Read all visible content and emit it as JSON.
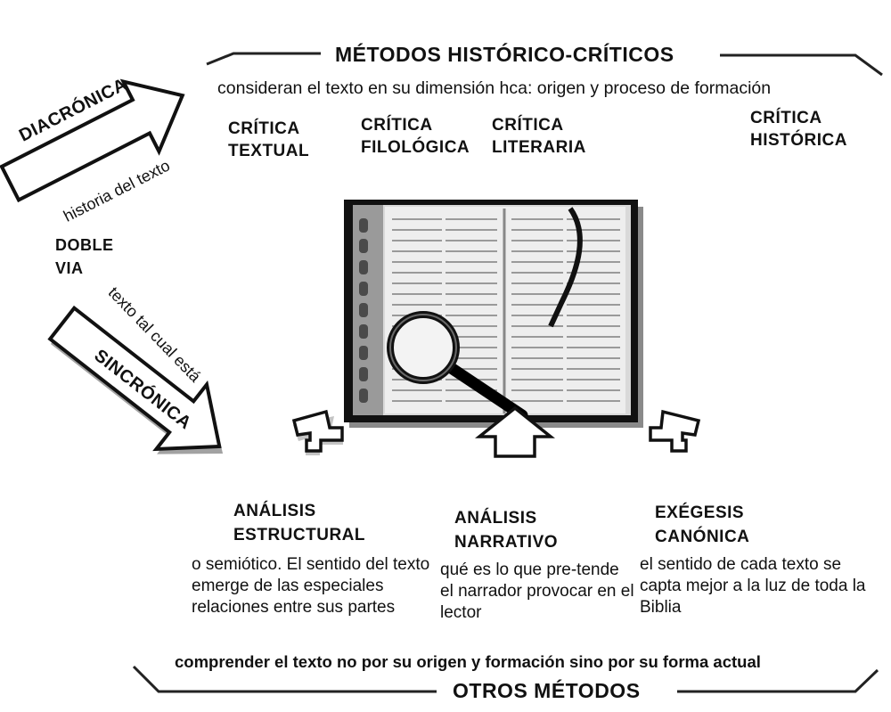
{
  "top": {
    "title": "MÉTODOS HISTÓRICO-CRÍTICOS",
    "subtitle": "consideran el texto en su dimensión hca: origen y proceso de formación",
    "methods": [
      "CRÍTICA\nTEXTUAL",
      "CRÍTICA\nFILOLÓGICA",
      "CRÍTICA\nLITERARIA",
      "CRÍTICA\nHISTÓRICA"
    ]
  },
  "left": {
    "diachronic_label": "DIACRÓNICA",
    "diachronic_note": "historia del texto",
    "double_way": "DOBLE\nVIA",
    "synchronic_label": "SINCRÓNICA",
    "synchronic_note": "texto tal cual está"
  },
  "bottom": {
    "columns": [
      {
        "title": "ANÁLISIS\nESTRUCTURAL",
        "text": "o semiótico. El sentido del texto emerge de las especiales relaciones entre sus partes"
      },
      {
        "title": "ANÁLISIS\nNARRATIVO",
        "text": "qué es lo que pre-tende el narrador provocar en el lector"
      },
      {
        "title": "EXÉGESIS\nCANÓNICA",
        "text": "el sentido de cada texto se capta mejor a la luz de toda la Biblia"
      }
    ],
    "summary": "comprender el texto no por su origen y formación sino por su forma actual",
    "title": "OTROS MÉTODOS"
  }
}
